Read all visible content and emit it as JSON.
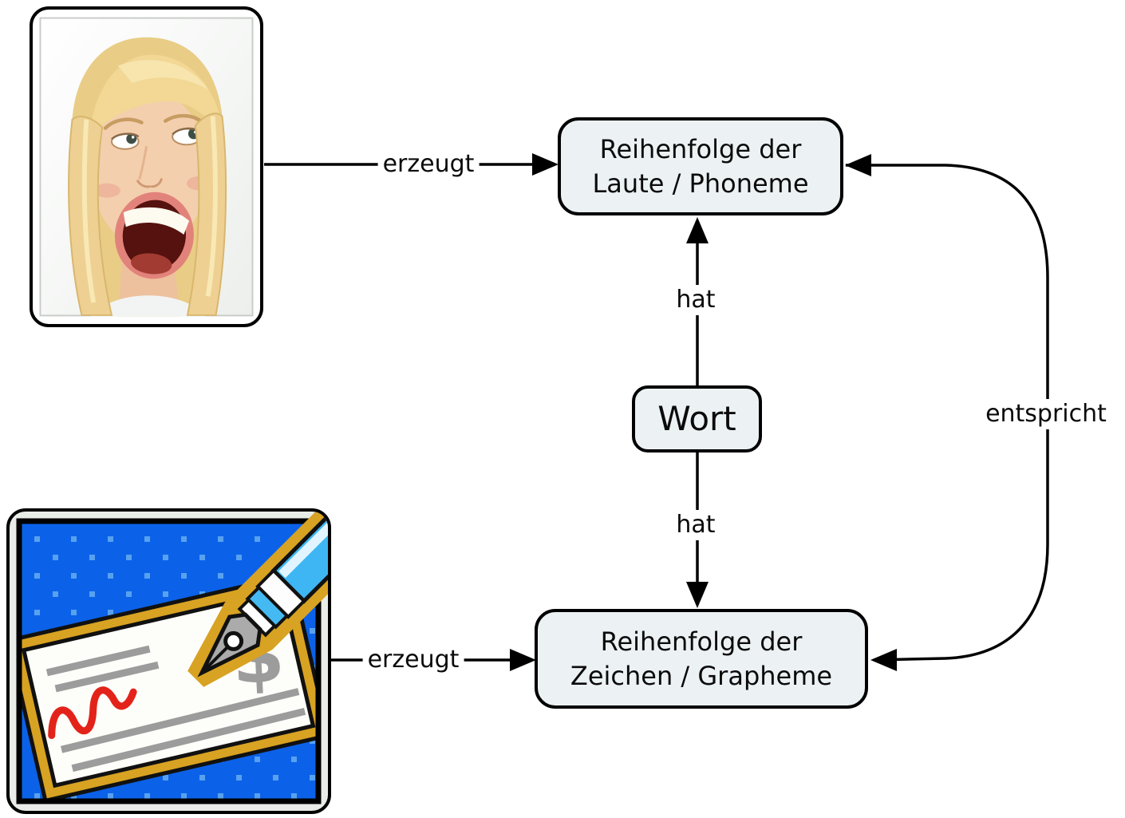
{
  "diagram": {
    "background_color": "#ffffff",
    "node_fill_color": "#ecf1f4",
    "node_border_color": "#000000",
    "connector_color": "#000000",
    "nodes": {
      "phoneme": {
        "line1": "Reihenfolge der",
        "line2": "Laute / Phoneme"
      },
      "wort": {
        "label": "Wort"
      },
      "grapheme": {
        "line1": "Reihenfolge der",
        "line2": "Zeichen / Grapheme"
      }
    },
    "edges": {
      "speaker_erzeugt": {
        "label": "erzeugt"
      },
      "writer_erzeugt": {
        "label": "erzeugt"
      },
      "wort_hat_phoneme": {
        "label": "hat"
      },
      "wort_hat_grapheme": {
        "label": "hat"
      },
      "entspricht": {
        "label": "entspricht"
      }
    },
    "images": {
      "speaker": {
        "alt": "surprised-woman-photo"
      },
      "writer": {
        "alt": "pen-writing-check-clipart",
        "dollar_glyph": "$",
        "colors": {
          "blue_background": "#0b62e8",
          "dot_blue": "#57a1f0",
          "pen_blue": "#3eb6f3",
          "gold": "#d8a222",
          "signature_red": "#e3231a"
        }
      }
    }
  }
}
